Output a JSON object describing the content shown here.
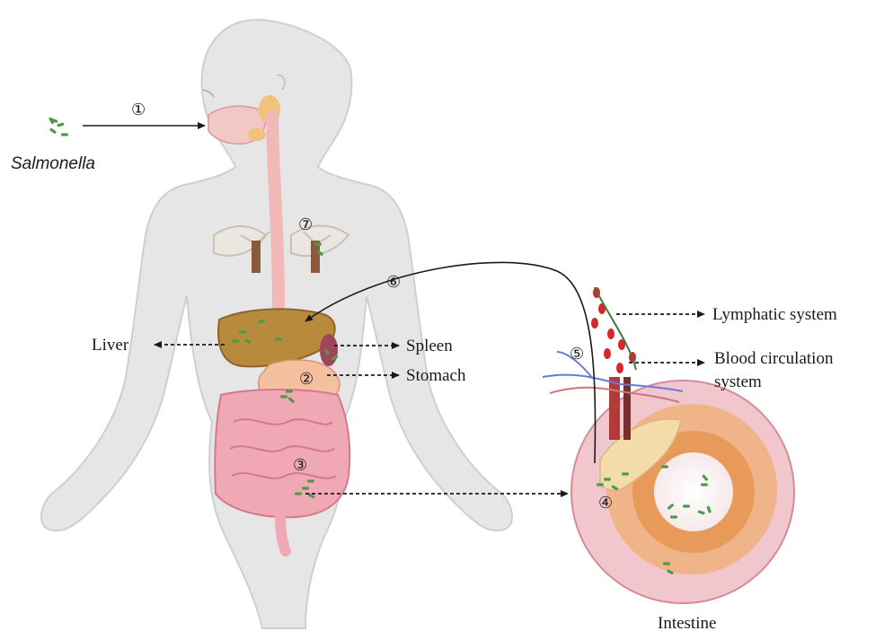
{
  "steps": [
    "①",
    "②",
    "③",
    "④",
    "⑤",
    "⑥",
    "⑦"
  ],
  "labels": {
    "salmonella": "Salmonella",
    "liver": "Liver",
    "spleen": "Spleen",
    "stomach": "Stomach",
    "lymphatic": "Lymphatic system",
    "blood_line1": "Blood circulation",
    "blood_line2": "system",
    "intestine": "Intestine"
  },
  "colors": {
    "body": "#e6e6e6",
    "body_outline": "#c8c8c8",
    "esophagus": "#f2b8b8",
    "liver": "#b88a3c",
    "intestine": "#f0a9b4",
    "bacteria": "#4e9a4a",
    "lymph": "#d8262d",
    "intestine_wall": "#f2c6cd",
    "mucosa": "#e89a5a"
  }
}
